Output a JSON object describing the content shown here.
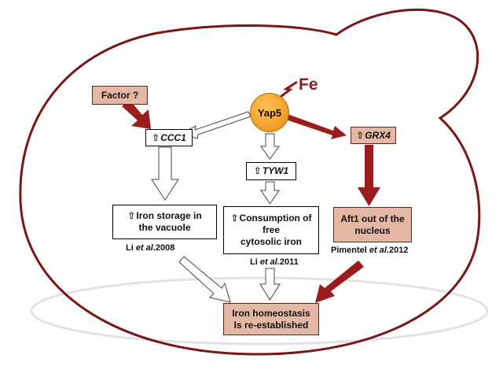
{
  "nodes": {
    "yap5": "Yap5",
    "fe": "Fe",
    "factor": "Factor ?",
    "ccc1": {
      "arrow": "⇧",
      "gene": "CCC1"
    },
    "tyw1": {
      "arrow": "⇧",
      "gene": "TYW1"
    },
    "grx4": {
      "arrow": "⇧",
      "gene": "GRX4"
    },
    "iron_storage": {
      "arrow": "⇧",
      "line1": "Iron storage in",
      "line2": "the vacuole"
    },
    "consumption": {
      "arrow": "⇧",
      "line1": "Consumption of",
      "line2": "free",
      "line3": "cytosolic iron"
    },
    "aft1": {
      "line1": "Aft1 out of the",
      "line2": "nucleus"
    },
    "homeostasis": {
      "line1": "Iron homeostasis",
      "line2": "Is re-established"
    }
  },
  "references": {
    "li2008": {
      "author": "Li ",
      "etal": "et al.",
      "year": "2008"
    },
    "li2011": {
      "author": "Li ",
      "etal": "et al.",
      "year": "2011"
    },
    "pimentel2012": {
      "author": "Pimentel ",
      "etal": "et al.",
      "year": "2012"
    }
  },
  "colors": {
    "cell_outline": "#7a1616",
    "dark_arrow": "#9b1c1c",
    "pink_box": "#e4b7a5",
    "yap5_fill": "#f2a22a"
  }
}
